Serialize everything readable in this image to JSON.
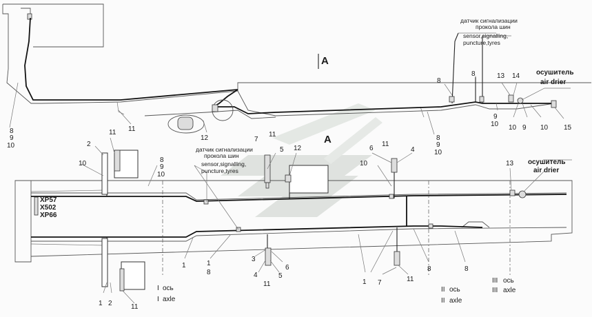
{
  "view": {
    "view_label": "A",
    "arrow_label": "A"
  },
  "callouts_top": {
    "sensor_ru": "датчик сигнализации прокола шин",
    "sensor_en": "sensor,signalling, puncture,tyres",
    "dryer_ru": "осушитель",
    "dryer_en": "air drier"
  },
  "callouts_bottom": {
    "sensor_ru": "датчик сигнализации прокола шин",
    "sensor_en": "sensor,signalling, puncture,tyres",
    "dryer_ru": "осушитель",
    "dryer_en": "air drier"
  },
  "connectors": [
    "XP57",
    "X502",
    "XP66"
  ],
  "axles": [
    {
      "numeral": "I",
      "ru": "ось",
      "en": "axle"
    },
    {
      "numeral": "II",
      "ru": "ось",
      "en": "axle"
    },
    {
      "numeral": "III",
      "ru": "ось",
      "en": "axle"
    }
  ],
  "position_numbers": {
    "top_8_left": "8",
    "top_9_left": "9",
    "top_10_left": "10",
    "top_11": "11",
    "top_12": "12",
    "top_8_a": "8",
    "top_8_b": "8",
    "top_13": "13",
    "top_14": "14",
    "top_10_a": "10",
    "top_9_a": "9",
    "top_10_b": "10",
    "top_9_b": "9",
    "top_10_c": "10",
    "top_15": "15",
    "top_8_c": "8",
    "top_9_c": "9",
    "top_10_d": "10",
    "bot_2": "2",
    "bot_10": "10",
    "bot_11_a": "11",
    "bot_8": "8",
    "bot_9": "9",
    "bot_10_b": "10",
    "bot_7": "7",
    "bot_11_b": "11",
    "bot_5": "5",
    "bot_12": "12",
    "bot_6": "6",
    "bot_11_c": "11",
    "bot_4": "4",
    "bot_10_c": "10",
    "bot_13": "13",
    "bot_1_a": "1",
    "bot_1_b": "1",
    "bot_8_b": "8",
    "bot_3": "3",
    "bot_6_b": "6",
    "bot_4_b": "4",
    "bot_5_b": "5",
    "bot_11_d": "11",
    "bot_1_c": "1",
    "bot_7_b": "7",
    "bot_11_e": "11",
    "bot_8_c": "8",
    "bot_8_d": "8",
    "bot_1_d": "1",
    "bot_2_b": "2",
    "bot_11_f": "11"
  }
}
